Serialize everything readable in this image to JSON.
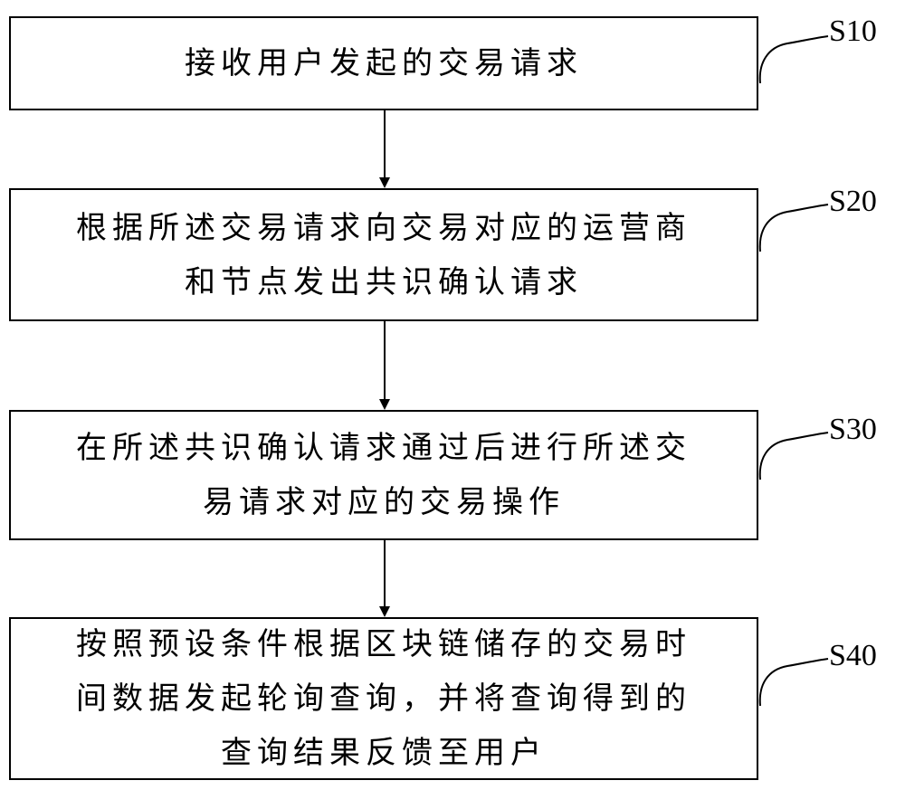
{
  "steps": [
    {
      "label": "S10",
      "lines": [
        "接收用户发起的交易请求"
      ]
    },
    {
      "label": "S20",
      "lines": [
        "根据所述交易请求向交易对应的运营商",
        "和节点发出共识确认请求"
      ]
    },
    {
      "label": "S30",
      "lines": [
        "在所述共识确认请求通过后进行所述交",
        "易请求对应的交易操作"
      ]
    },
    {
      "label": "S40",
      "lines": [
        "按照预设条件根据区块链储存的交易时",
        "间数据发起轮询查询，并将查询得到的",
        "查询结果反馈至用户"
      ]
    }
  ]
}
